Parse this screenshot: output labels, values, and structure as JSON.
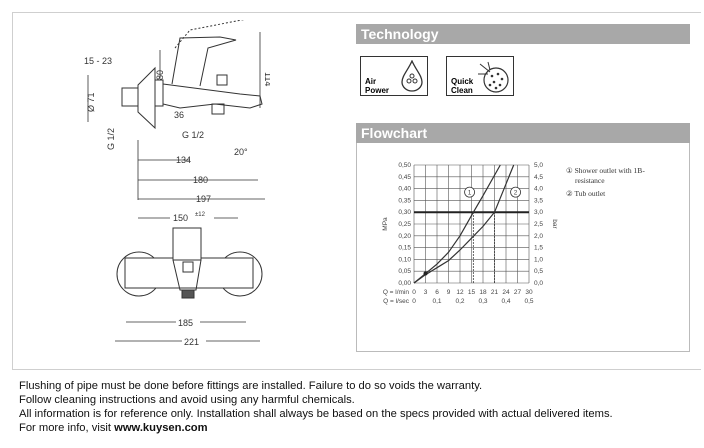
{
  "drawing": {
    "dims": [
      "15 - 23",
      "80",
      "114",
      "Ø 71",
      "G 1/2",
      "36",
      "G 1/2",
      "20°",
      "134",
      "180",
      "197",
      "150",
      "±12",
      "185",
      "221"
    ]
  },
  "technology": {
    "title": "Technology",
    "badges": [
      {
        "line1": "Air",
        "line2": "Power",
        "icon": "water-drop-icon"
      },
      {
        "line1": "Quick",
        "line2": "Clean",
        "icon": "spray-disc-icon"
      }
    ]
  },
  "flowchart": {
    "title": "Flowchart",
    "legend": [
      {
        "marker": "①",
        "text1": "Shower outlet with 1B-",
        "text2": "resistance"
      },
      {
        "marker": "②",
        "text": "Tub outlet"
      }
    ]
  },
  "chart_data": {
    "type": "line",
    "xlabel_rows": [
      "Q = l/min",
      "Q = l/sec"
    ],
    "x_ticks_lmin": [
      "0",
      "3",
      "6",
      "9",
      "12",
      "15",
      "18",
      "21",
      "24",
      "27",
      "30"
    ],
    "x_ticks_lsec": [
      "0",
      "0,1",
      "0,2",
      "0,3",
      "0,4",
      "0,5"
    ],
    "ylabel_left": "MPa",
    "ylabel_right": "bar",
    "y_ticks_left": [
      "0,00",
      "0,05",
      "0,10",
      "0,15",
      "0,20",
      "0,25",
      "0,30",
      "0,35",
      "0,40",
      "0,45",
      "0,50"
    ],
    "y_ticks_right": [
      "0,0",
      "0,5",
      "1,0",
      "1,5",
      "2,0",
      "2,5",
      "3,0",
      "3,5",
      "4,0",
      "4,5",
      "5,0"
    ],
    "xlim": [
      0,
      30
    ],
    "ylim": [
      0,
      0.5
    ],
    "reference_line_mpa": 0.3,
    "series": [
      {
        "name": "1",
        "x": [
          0,
          3,
          6,
          9,
          12,
          15.5,
          18,
          22.5
        ],
        "y": [
          0,
          0.04,
          0.08,
          0.13,
          0.2,
          0.3,
          0.37,
          0.5
        ],
        "marker_at_ref": 15.5
      },
      {
        "name": "2",
        "x": [
          0,
          3,
          6,
          9,
          12,
          15,
          18,
          21,
          23,
          26
        ],
        "y": [
          0,
          0.035,
          0.065,
          0.095,
          0.14,
          0.19,
          0.24,
          0.3,
          0.38,
          0.5
        ],
        "marker_at_ref": 21
      }
    ]
  },
  "notes": {
    "line1": "Flushing of pipe must be done before fittings are installed. Failure to do so voids the warranty.",
    "line2": "Follow cleaning instructions and avoid using any harmful chemicals.",
    "line3": "All information is for reference only. Installation shall always be based on the specs provided with actual delivered items.",
    "line4_prefix": "For more info, visit ",
    "link": "www.kuysen.com"
  }
}
